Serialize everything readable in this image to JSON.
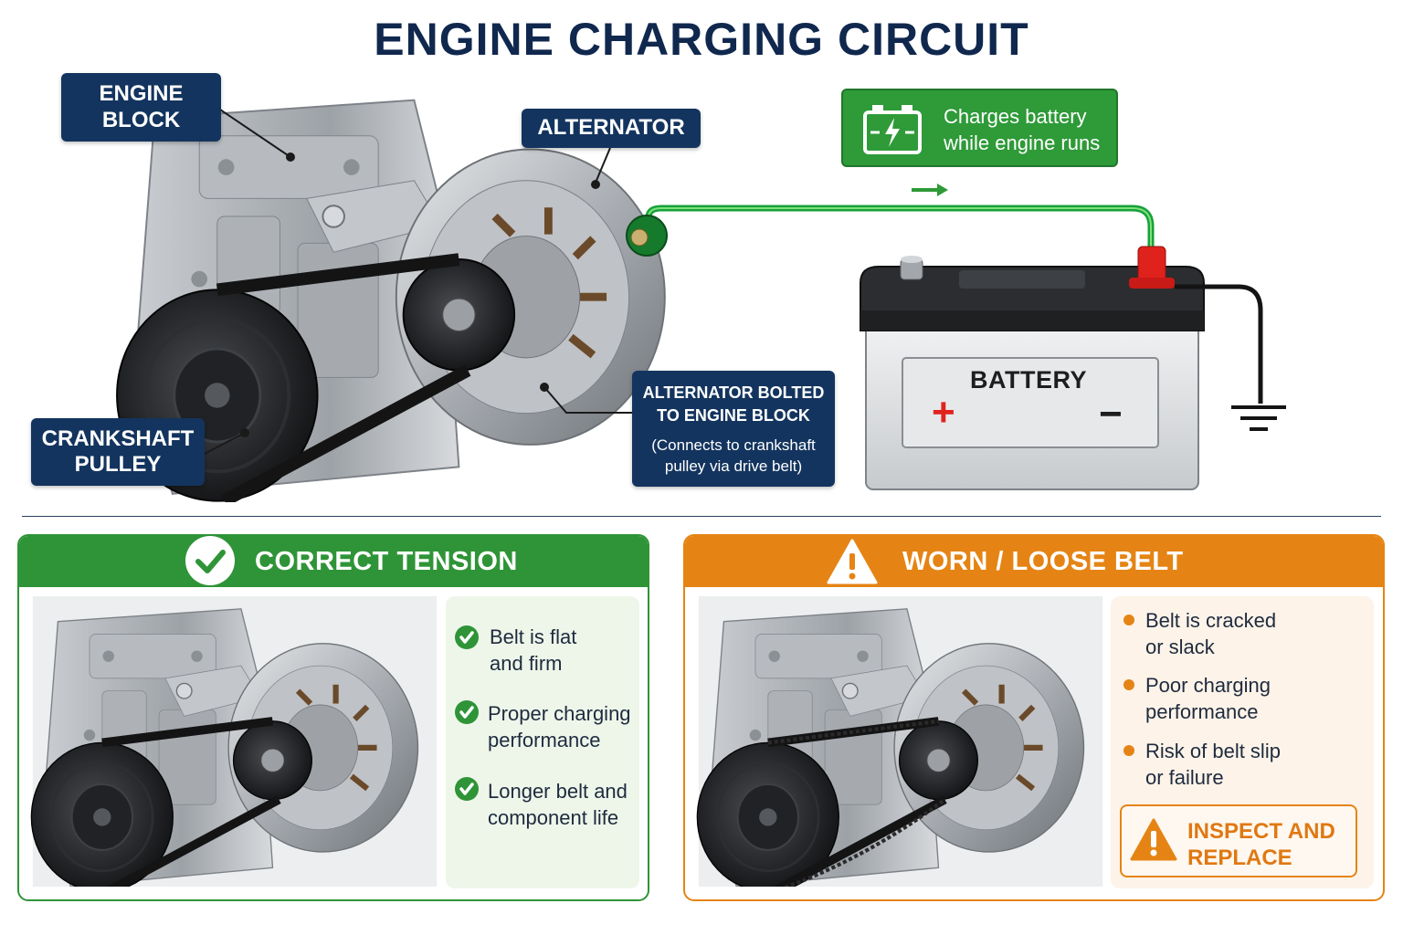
{
  "title": "ENGINE CHARGING CIRCUIT",
  "callouts": {
    "engine_block": [
      "ENGINE",
      "BLOCK"
    ],
    "alternator": "ALTERNATOR",
    "crankshaft_pulley": [
      "CRANKSHAFT",
      "PULLEY"
    ],
    "alternator_bolted": {
      "lines": [
        "ALTERNATOR BOLTED",
        "TO ENGINE BLOCK"
      ],
      "note": [
        "(Connects to crankshaft",
        "pulley via drive belt)"
      ]
    }
  },
  "charge_note": [
    "Charges battery",
    "while engine runs"
  ],
  "battery": {
    "label": "BATTERY",
    "plus": "+",
    "minus": "−"
  },
  "panels": {
    "correct": {
      "title": "CORRECT TENSION",
      "items": [
        [
          "Belt is flat",
          "and firm"
        ],
        [
          "Proper charging",
          "performance"
        ],
        [
          "Longer belt and",
          "component life"
        ]
      ]
    },
    "worn": {
      "title": "WORN / LOOSE BELT",
      "items": [
        [
          "Belt is cracked",
          "or slack"
        ],
        [
          "Poor charging",
          "performance"
        ],
        [
          "Risk of belt slip",
          "or failure"
        ]
      ],
      "action": [
        "INSPECT AND",
        "REPLACE"
      ]
    }
  },
  "colors": {
    "navy": "#13345e",
    "green": "#2f9437",
    "orange": "#e58414",
    "terminal_red": "#e0221c"
  }
}
